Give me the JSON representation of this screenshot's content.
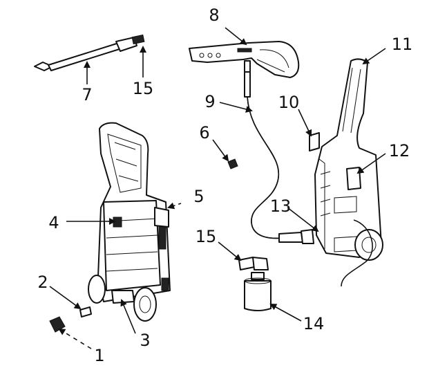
{
  "colors": {
    "ink": "#111111",
    "background": "#ffffff"
  },
  "labels": {
    "l1": "1",
    "l2": "2",
    "l3": "3",
    "l4": "4",
    "l5": "5",
    "l6": "6",
    "l7": "7",
    "l8": "8",
    "l9": "9",
    "l10": "10",
    "l11": "11",
    "l12": "12",
    "l13": "13",
    "l14": "14",
    "l15a": "15",
    "l15b": "15"
  }
}
